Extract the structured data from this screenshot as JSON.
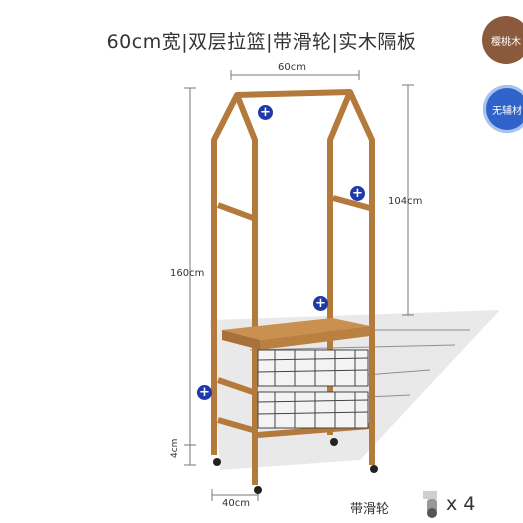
{
  "title": "60cm宽|双层拉篮|带滑轮|实木隔板",
  "badges": {
    "wood": "樱桃木",
    "material": "无辅材"
  },
  "dimensions": {
    "width": "60cm",
    "upper_height": "104cm",
    "total_height": "160cm",
    "wheel_height": "4cm",
    "depth": "40cm"
  },
  "caster": {
    "label": "带滑轮",
    "count": "x 4"
  },
  "hotspots": [
    "+",
    "+",
    "+",
    "+"
  ]
}
